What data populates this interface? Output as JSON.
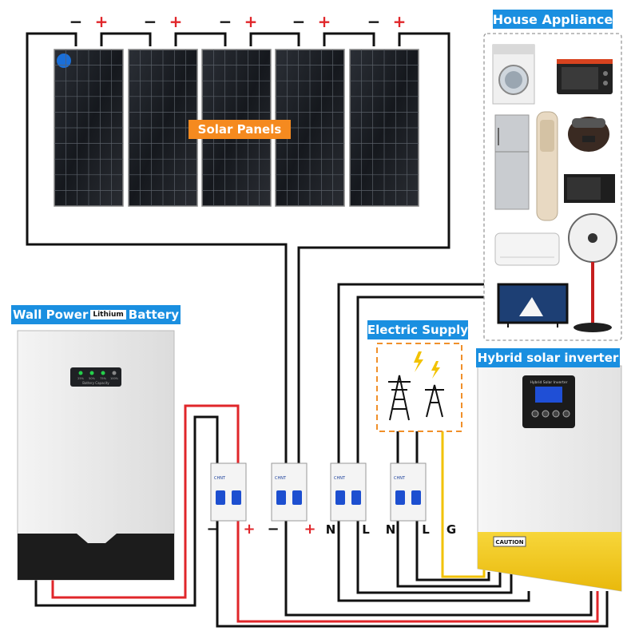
{
  "labels": {
    "house_appliance": "House Appliance",
    "solar_panels": "Solar Panels",
    "wall_power_prefix": "Wall Power",
    "wall_power_badge": "Lithium",
    "wall_power_suffix": "Battery",
    "electric_supply": "Electric Supply",
    "hybrid_inverter": "Hybrid solar inverter"
  },
  "panel_polarity": [
    {
      "minus": "−",
      "plus": "+"
    },
    {
      "minus": "−",
      "plus": "+"
    },
    {
      "minus": "−",
      "plus": "+"
    },
    {
      "minus": "−",
      "plus": "+"
    },
    {
      "minus": "−",
      "plus": "+"
    }
  ],
  "breaker_terminals": {
    "battery_minus": "−",
    "battery_plus": "+",
    "pv_minus": "−",
    "pv_plus": "+",
    "n1": "N",
    "l1": "L",
    "n2": "N",
    "l2": "L",
    "g": "G"
  },
  "breaker_brand": "CHNT",
  "battery_panel": {
    "caption": "Battery Capacity",
    "levels": [
      "25%",
      "50%",
      "75%",
      "100%"
    ]
  },
  "inverter": {
    "screen_title": "Hybrid Solar Inverter",
    "warning": "CAUTION"
  },
  "colors": {
    "label_blue": "#1a8fe0",
    "label_orange": "#f58a1f",
    "wire_red": "#e0262a",
    "wire_black": "#111111",
    "wire_yellow": "#f2c200",
    "supply_border": "#f0902a"
  }
}
